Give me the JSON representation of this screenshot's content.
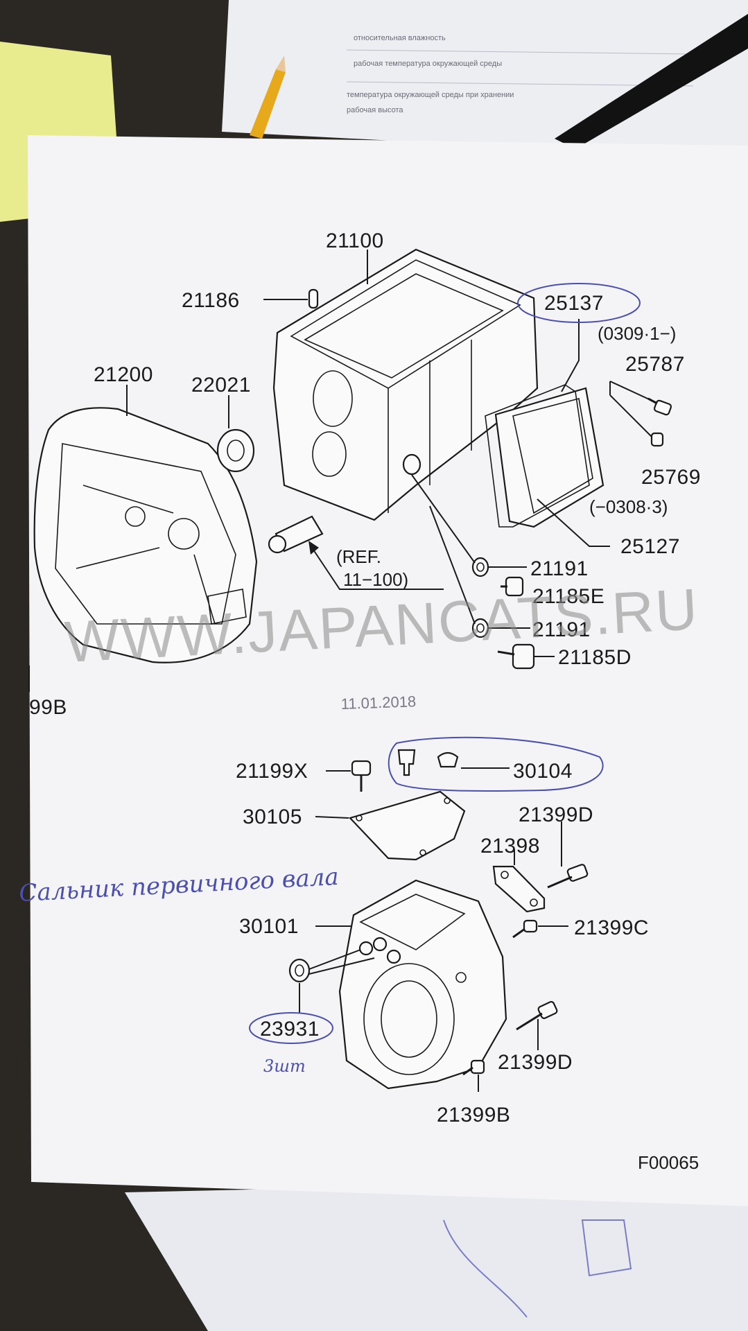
{
  "background_doc": {
    "line1": "относительная влажность",
    "line2": "рабочая температура окружающей среды",
    "line3": "температура окружающей среды при хранении",
    "line4": "рабочая высота"
  },
  "parts": {
    "p21100": "21100",
    "p21186": "21186",
    "p25137": "25137",
    "p25137_range": "(0309·1−)",
    "p25787": "25787",
    "p21200": "21200",
    "p22021": "22021",
    "p25769": "25769",
    "p25769_range": "(−0308·3)",
    "p25127": "25127",
    "ref_line1": "(REF.",
    "ref_line2": "11−100)",
    "p21191a": "21191",
    "p21185e": "21185E",
    "p21191b": "21191",
    "p21185d_top": "21185D",
    "p99b": "99B",
    "p21199x": "21199X",
    "p30104": "30104",
    "p30105": "30105",
    "p21399d_top": "21399D",
    "p21398": "21398",
    "p30101": "30101",
    "p21399c": "21399C",
    "p23931": "23931",
    "p21399d_bottom": "21399D",
    "p21399b": "21399B"
  },
  "watermark": "WWW.JAPANCATS.RU",
  "date": "11.01.2018",
  "figure_code": "F00065",
  "handwritten": {
    "note": "Сальник первичного вала",
    "qty": "3шт"
  },
  "colors": {
    "paper": "#f4f4f6",
    "ink": "#1a1a1a",
    "pen": "#4a4fb0",
    "desk": "#2a2622"
  }
}
